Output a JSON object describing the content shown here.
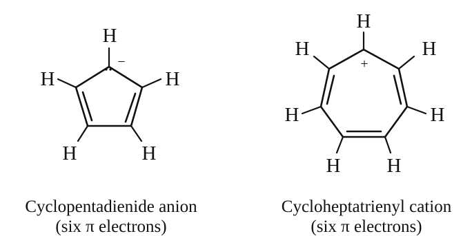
{
  "molecules": [
    {
      "atoms": [
        "H",
        "H",
        "H",
        "H",
        "H"
      ],
      "charge": "−",
      "name": "Cyclopentadienide anion",
      "electrons": "(six π electrons)"
    },
    {
      "atoms": [
        "H",
        "H",
        "H",
        "H",
        "H",
        "H",
        "H"
      ],
      "charge": "+",
      "name": "Cycloheptatrienyl cation",
      "electrons": "(six π electrons)"
    }
  ]
}
